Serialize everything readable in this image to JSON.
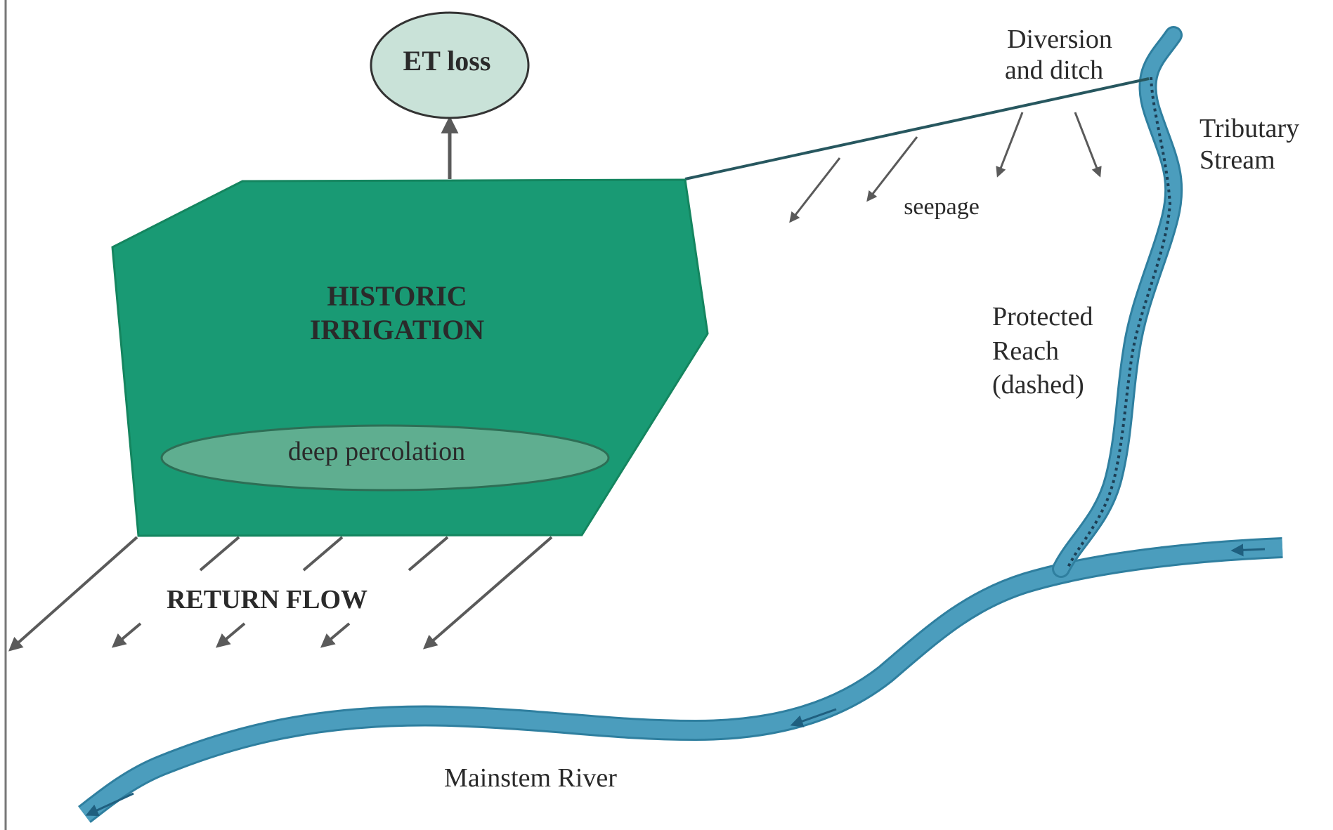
{
  "diagram": {
    "labels": {
      "et_loss": "ET loss",
      "historic_irrigation_line1": "HISTORIC",
      "historic_irrigation_line2": "IRRIGATION",
      "deep_percolation": "deep percolation",
      "return_flow": "RETURN FLOW",
      "seepage": "seepage",
      "diversion_line1": "Diversion",
      "diversion_line2": "and ditch",
      "tributary_line1": "Tributary",
      "tributary_line2": "Stream",
      "protected_line1": "Protected",
      "protected_line2": "Reach",
      "protected_line3": "(dashed)",
      "mainstem_river": "Mainstem River"
    },
    "colors": {
      "field_green": "#199a74",
      "field_edge": "#14855f",
      "percolation_fill": "#5fae90",
      "et_fill": "#c9e2d8",
      "river_blue": "#4b9dbd",
      "river_edge": "#2f7f9f",
      "ditch_line": "#27575f",
      "arrow_gray": "#5a5a5a",
      "text": "#2a2a2a"
    }
  }
}
